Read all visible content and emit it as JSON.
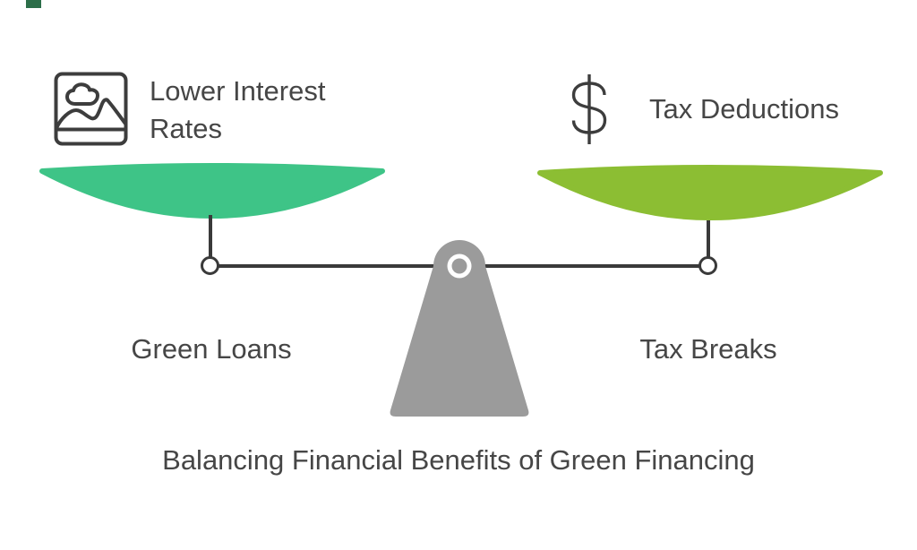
{
  "canvas": {
    "background": "#ffffff",
    "text_color": "#464646",
    "stroke_color": "#3d3d3d"
  },
  "corner_marker": {
    "color": "#2c6e49"
  },
  "left_pan": {
    "icon": "picture-icon",
    "heading": "Lower Interest Rates",
    "label": "Green Loans",
    "bowl_color": "#3ec487"
  },
  "right_pan": {
    "icon": "dollar-icon",
    "heading": "Tax Deductions",
    "label": "Tax Breaks",
    "bowl_color": "#8cbe33"
  },
  "scale": {
    "beam_color": "#3a3a3a",
    "fulcrum_color": "#9b9b9b",
    "pivot_ring_color": "#ffffff"
  },
  "caption": "Balancing Financial Benefits of Green Financing"
}
